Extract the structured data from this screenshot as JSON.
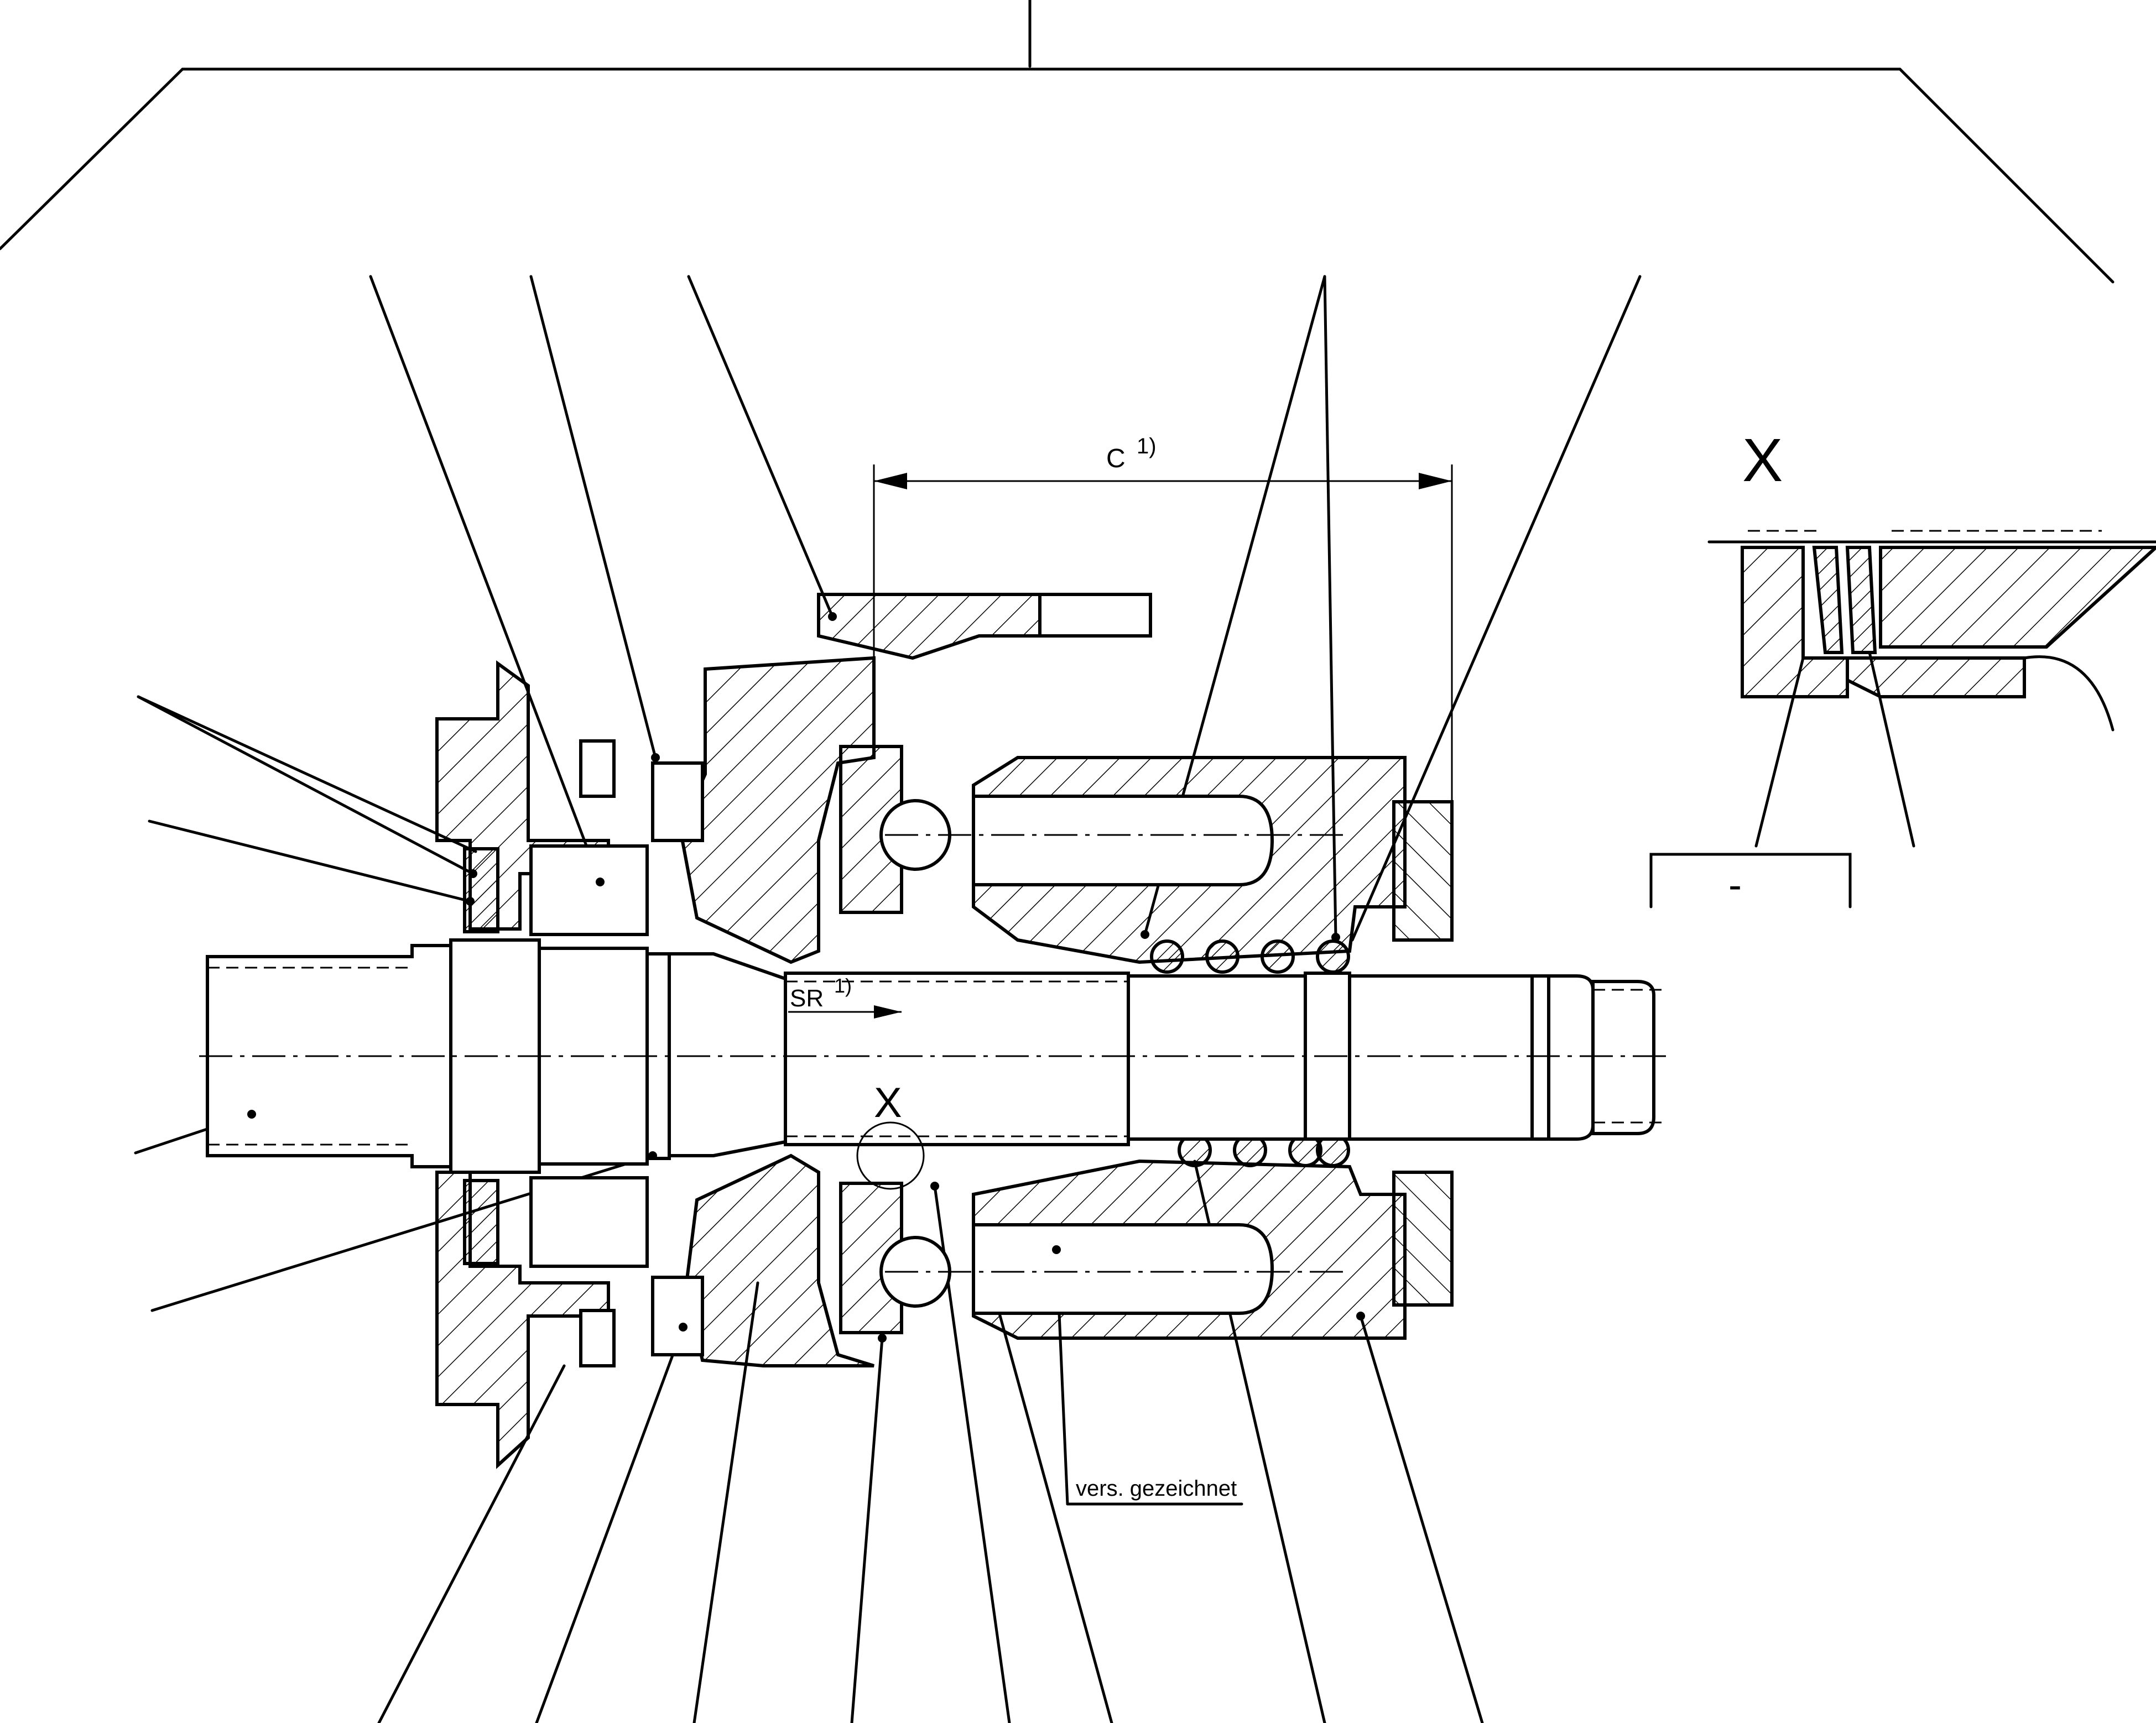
{
  "drawing": {
    "dimension_c": "C",
    "dimension_c_note": "1)",
    "dimension_sr": "SR",
    "dimension_sr_note": "1)",
    "section_marker": "X",
    "detail_title": "X",
    "detail_callout_box": "-",
    "annotation_note": "vers. gezeichnet"
  },
  "colors": {
    "ink": "#000000",
    "paper": "#ffffff"
  }
}
